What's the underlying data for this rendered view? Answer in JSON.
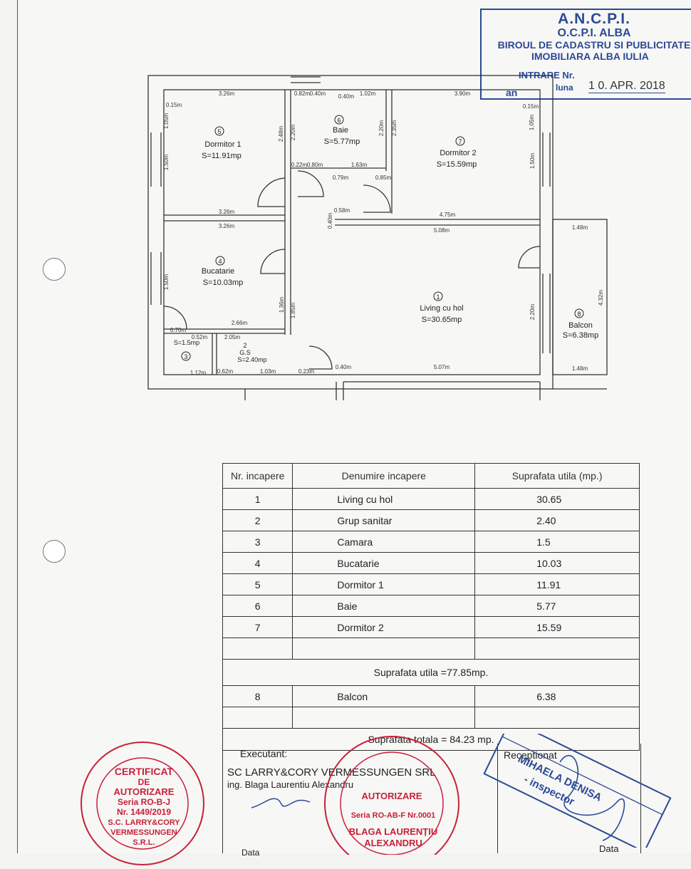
{
  "stamp_top": {
    "line1": "A.N.C.P.I.",
    "line2": "O.C.P.I. ALBA",
    "line3": "BIROUL DE CADASTRU SI PUBLICITATE",
    "line4": "IMOBILIARA ALBA IULIA",
    "intrare": "INTRARE Nr.",
    "an": "an",
    "luna": "luna",
    "date": "1 0. APR. 2018"
  },
  "plan": {
    "rooms": [
      {
        "num": "5",
        "name": "Dormitor 1",
        "area": "S=11.91mp"
      },
      {
        "num": "6",
        "name": "Baie",
        "area": "S=5.77mp"
      },
      {
        "num": "7",
        "name": "Dormitor 2",
        "area": "S=15.59mp"
      },
      {
        "num": "4",
        "name": "Bucatarie",
        "area": "S=10.03mp"
      },
      {
        "num": "1",
        "name": "Living cu hol",
        "area": "S=30.65mp"
      },
      {
        "num": "8",
        "name": "Balcon",
        "area": "S=6.38mp"
      },
      {
        "num": "2",
        "name": "G.S",
        "area": "S=2.40mp"
      },
      {
        "num": "3",
        "name": "",
        "area": "S=1.5mp"
      }
    ],
    "dims": {
      "d1": "3.26m",
      "d2": "0.82m",
      "d3": "0.40m",
      "d4": "0.40m",
      "d5": "1.02m",
      "d6": "3.90m",
      "d7": "0.15m",
      "d8": "1.05m",
      "d9": "2.48m",
      "d10": "2.20m",
      "d11": "2.35m",
      "d12": "1.50m",
      "d13": "0.22m",
      "d14": "0.80m",
      "d15": "1.63m",
      "d16": "0.79m",
      "d17": "0.85m",
      "d18": "0.58m",
      "d19": "4.75m",
      "d20": "3.26m",
      "d21": "3.26m",
      "d22": "5.08m",
      "d23": "1.48m",
      "d24": "2.66m",
      "d25": "2.05m",
      "d26": "2.20m",
      "d27": "4.32m",
      "d28": "0.40m",
      "d29": "5.07m",
      "d30": "1.48m",
      "d31": "1.12m",
      "d32": "0.62m",
      "d33": "1.03m",
      "d34": "0.23m",
      "d35": "0.52m",
      "d36": "0.70m",
      "d37": "1.50m",
      "d38": "1.36m",
      "d39": "1.85m",
      "d40": "0.40m"
    }
  },
  "table": {
    "headers": [
      "Nr. incapere",
      "Denumire incapere",
      "Suprafata utila (mp.)"
    ],
    "rows": [
      [
        "1",
        "Living cu hol",
        "30.65"
      ],
      [
        "2",
        "Grup sanitar",
        "2.40"
      ],
      [
        "3",
        "Camara",
        "1.5"
      ],
      [
        "4",
        "Bucatarie",
        "10.03"
      ],
      [
        "5",
        "Dormitor 1",
        "11.91"
      ],
      [
        "6",
        "Baie",
        "5.77"
      ],
      [
        "7",
        "Dormitor 2",
        "15.59"
      ]
    ],
    "subtotal": "Suprafata utila =77.85mp.",
    "balcon_row": [
      "8",
      "Balcon",
      "6.38"
    ],
    "total": "Suprafata totala = 84.23 mp."
  },
  "signature": {
    "executant_label": "Executant:",
    "company": "SC LARRY&CORY  VERMESSUNGEN SRL",
    "engineer": "ing. Blaga Laurentiu Alexandru",
    "receptionat_label": "Receptionat",
    "date_label": "Data",
    "data_label_right": "Data"
  },
  "stamp_left": {
    "line1": "CERTIFICAT",
    "line2": "DE",
    "line3": "AUTORIZARE",
    "line4": "Seria RO-B-J",
    "line5": "Nr. 1449/2019",
    "line6": "S.C. LARRY&CORY",
    "line7": "VERMESSUNGEN",
    "line8": "S.R.L."
  },
  "stamp_mid": {
    "line1": "AUTORIZARE",
    "line2": "Seria RO-AB-F Nr.0001",
    "line3": "BLAGA LAURENȚIU",
    "line4": "ALEXANDRU"
  },
  "stamp_right": {
    "line1": "MIHAELA DENISA",
    "line2": "- inspector"
  },
  "colors": {
    "stamp_blue": "#2b4a96",
    "stamp_red": "#c8203a",
    "ink": "#222222"
  }
}
